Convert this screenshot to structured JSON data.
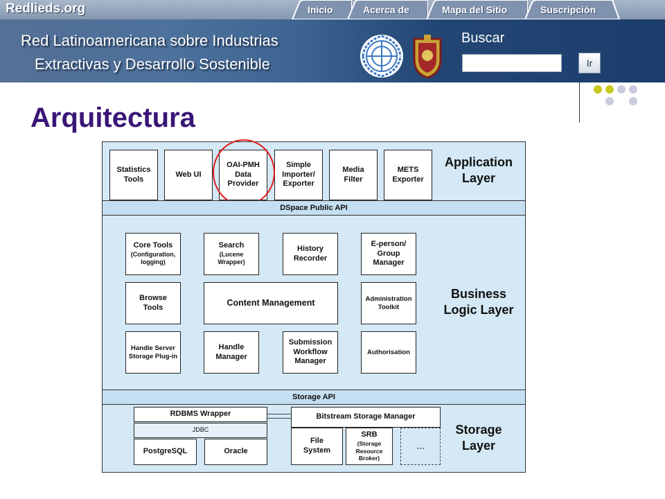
{
  "nav": {
    "logo": "Redlieds.org",
    "tabs": [
      {
        "label": "Inicio"
      },
      {
        "label": "Acerca de"
      },
      {
        "label": "Mapa del Sitio"
      },
      {
        "label": "Suscripción"
      }
    ]
  },
  "banner": {
    "line1": "Red Latinoamericana sobre Industrias",
    "line2": "Extractivas y Desarrollo Sostenible",
    "search_label": "Buscar",
    "search_value": "",
    "search_button": "Ir"
  },
  "slide": {
    "title": "Arquitectura"
  },
  "diagram": {
    "app_layer": {
      "label": "Application\nLayer",
      "boxes": [
        "Statistics\nTools",
        "Web UI",
        "OAI-PMH\nData\nProvider",
        "Simple\nImporter/\nExporter",
        "Media\nFilter",
        "METS\nExporter"
      ]
    },
    "public_api": "DSpace Public API",
    "business_layer": {
      "label": "Business\nLogic Layer",
      "core_tools": "Core Tools",
      "core_tools_sub": "(Configuration,\nlogging)",
      "search": "Search",
      "search_sub": "(Lucene\nWrapper)",
      "history": "History\nRecorder",
      "eperson": "E-person/\nGroup\nManager",
      "browse": "Browse\nTools",
      "content": "Content Management",
      "admin": "Administration\nToolkit",
      "handle_server": "Handle Server\nStorage Plug-in",
      "handle_manager": "Handle\nManager",
      "submission": "Submission\nWorkflow\nManager",
      "authorisation": "Authorisation"
    },
    "storage_api": "Storage API",
    "storage_layer": {
      "label": "Storage\nLayer",
      "rdbms": "RDBMS Wrapper",
      "jdbc": "JDBC",
      "postgres": "PostgreSQL",
      "oracle": "Oracle",
      "bitstream": "Bitstream Storage Manager",
      "filesystem": "File\nSystem",
      "srb": "SRB",
      "srb_sub": "(Storage\nResource\nBroker)",
      "more": "..."
    }
  },
  "colors": {
    "title": "#3a1676",
    "highlight": "#e01b1b",
    "diagram_bg": "#d4e8f5",
    "dot_yellow": "#c8c81e",
    "dot_gray": "#c9cbe0"
  }
}
